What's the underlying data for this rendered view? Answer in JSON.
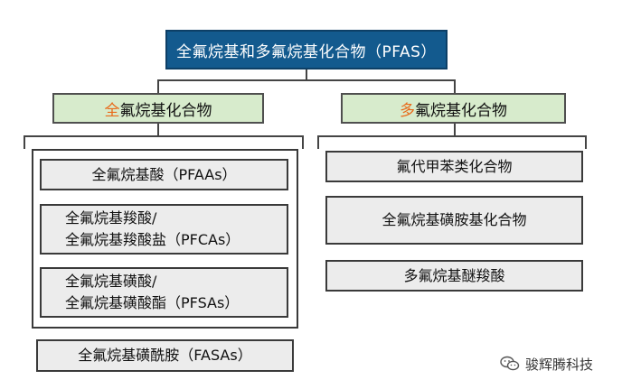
{
  "root": {
    "label": "全氟烷基和多氟烷基化合物（PFAS）"
  },
  "left": {
    "category": {
      "accent": "全",
      "rest": "氟烷基化合物"
    },
    "items": [
      {
        "lines": [
          "全氟烷基酸（PFAAs）"
        ]
      },
      {
        "lines": [
          "全氟烷基羧酸/",
          "全氟烷基羧酸盐（PFCAs）"
        ]
      },
      {
        "lines": [
          "全氟烷基磺酸/",
          "全氟烷基磺酸酯（PFSAs）"
        ]
      },
      {
        "lines": [
          "全氟烷基磺酰胺（FASAs）"
        ]
      }
    ]
  },
  "right": {
    "category": {
      "accent": "多",
      "rest": "氟烷基化合物"
    },
    "items": [
      {
        "lines": [
          "氟代甲苯类化合物"
        ]
      },
      {
        "lines": [
          "全氟烷基磺胺基化合物"
        ]
      },
      {
        "lines": [
          "多氟烷基醚羧酸"
        ]
      }
    ]
  },
  "watermark": {
    "text": "骏辉腾科技",
    "icon": "wechat-icon"
  },
  "colors": {
    "root_bg": "#135a8e",
    "category_bg": "#d7ebcc",
    "item_bg": "#ececec",
    "accent": "#e86a1a"
  }
}
